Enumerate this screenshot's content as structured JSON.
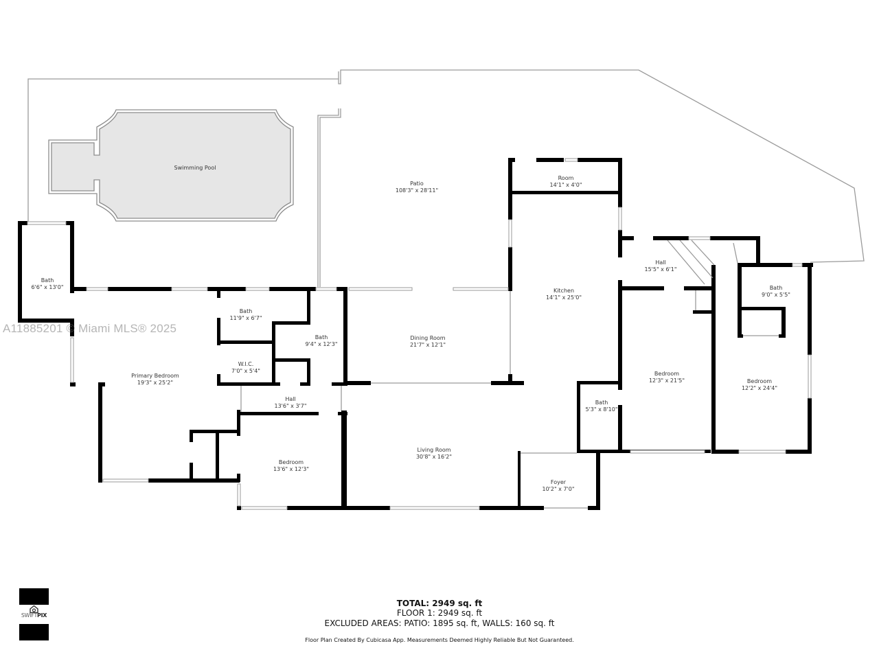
{
  "watermark": "A11885201 © Miami MLS® 2025",
  "rooms": {
    "swimming_pool": {
      "name": "Swimming Pool",
      "dims": ""
    },
    "patio": {
      "name": "Patio",
      "dims": "108'3\" x 28'11\""
    },
    "room": {
      "name": "Room",
      "dims": "14'1\" x 4'0\""
    },
    "kitchen": {
      "name": "Kitchen",
      "dims": "14'1\" x 25'0\""
    },
    "hall_east": {
      "name": "Hall",
      "dims": "15'5\" x 6'1\""
    },
    "bath_east": {
      "name": "Bath",
      "dims": "9'0\" x 5'5\""
    },
    "bath_west": {
      "name": "Bath",
      "dims": "6'6\" x 13'0\""
    },
    "bath_primary_a": {
      "name": "Bath",
      "dims": "11'9\" x 6'7\""
    },
    "bath_primary_b": {
      "name": "Bath",
      "dims": "9'4\" x 12'3\""
    },
    "wic": {
      "name": "W.I.C.",
      "dims": "7'0\" x 5'4\""
    },
    "dining_room": {
      "name": "Dining Room",
      "dims": "21'7\" x 12'1\""
    },
    "primary_bedroom": {
      "name": "Primary Bedroom",
      "dims": "19'3\" x 25'2\""
    },
    "hall_west": {
      "name": "Hall",
      "dims": "13'6\" x 3'7\""
    },
    "bedroom_sw": {
      "name": "Bedroom",
      "dims": "13'6\" x 12'3\""
    },
    "living_room": {
      "name": "Living Room",
      "dims": "30'8\" x 16'2\""
    },
    "bath_center": {
      "name": "Bath",
      "dims": "5'3\" x 8'10\""
    },
    "foyer": {
      "name": "Foyer",
      "dims": "10'2\" x 7'0\""
    },
    "bedroom_e1": {
      "name": "Bedroom",
      "dims": "12'3\" x 21'5\""
    },
    "bedroom_e2": {
      "name": "Bedroom",
      "dims": "12'2\" x 24'4\""
    }
  },
  "summary": {
    "total": "TOTAL: 2949 sq. ft",
    "floor": "FLOOR 1: 2949 sq. ft",
    "excluded": "EXCLUDED AREAS: PATIO: 1895 sq. ft, WALLS: 160 sq. ft",
    "disclaimer": "Floor Plan Created By Cubicasa App. Measurements Deemed Highly Reliable But Not Guaranteed."
  },
  "logo": {
    "brand_light": "SWIFT",
    "brand_bold": "PIX"
  }
}
